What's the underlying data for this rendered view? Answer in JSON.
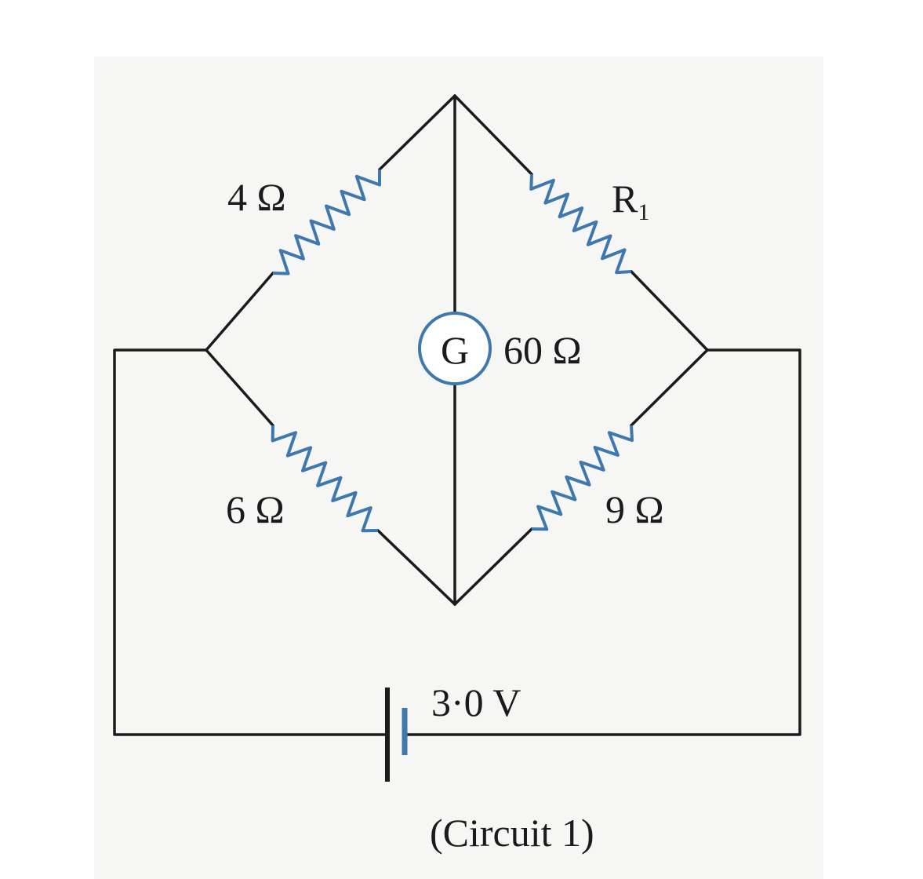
{
  "diagram": {
    "resistors": {
      "top_left": "4 Ω",
      "bottom_left": "6 Ω",
      "top_right": {
        "symbol": "R",
        "subscript": "1"
      },
      "bottom_right": "9 Ω"
    },
    "galvanometer": {
      "symbol": "G",
      "resistance": "60 Ω"
    },
    "battery": "3·0 V",
    "caption": "(Circuit 1)"
  },
  "colors": {
    "wire": "#1b1b1b",
    "component": "#3f78ad",
    "paper": "#f6f6f4"
  }
}
